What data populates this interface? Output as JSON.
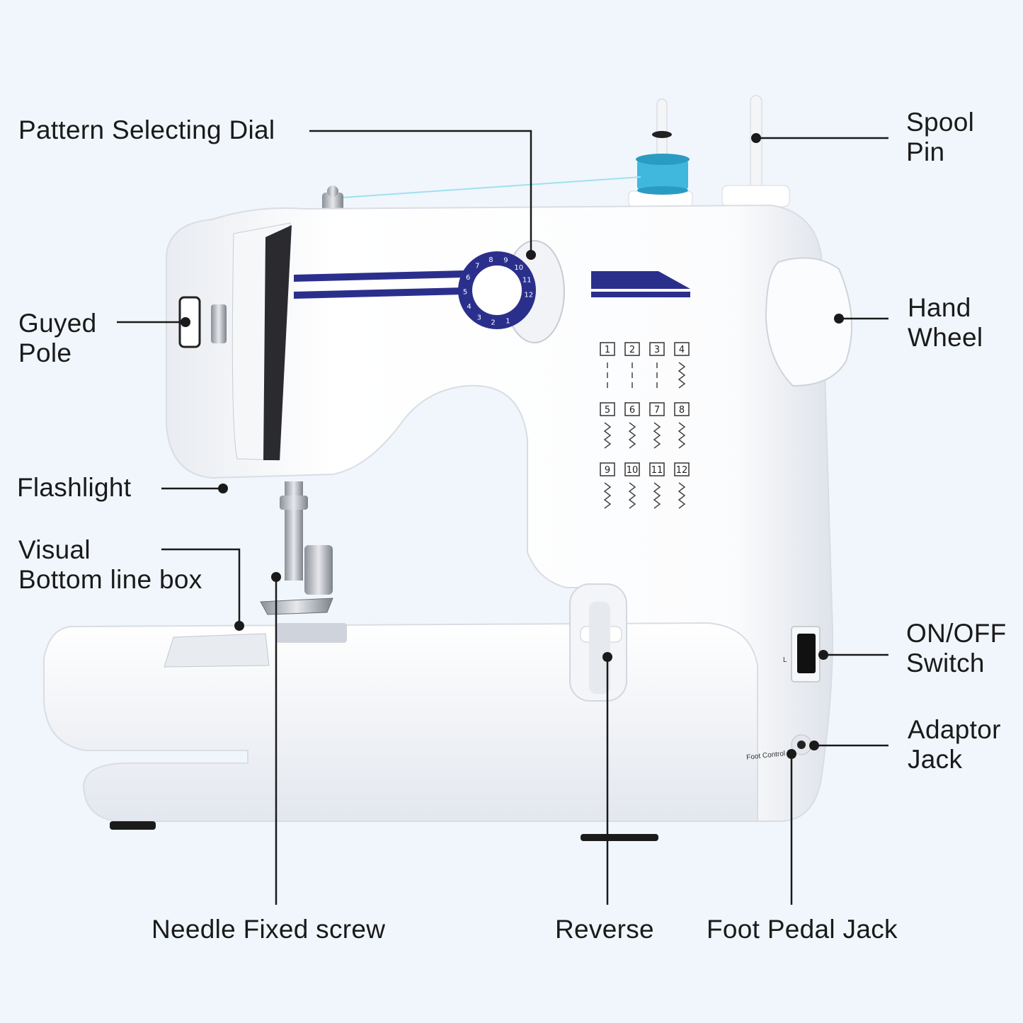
{
  "labels": {
    "pattern_dial": "Pattern Selecting Dial",
    "spool_pin": [
      "Spool",
      "Pin"
    ],
    "guyed_pole": [
      "Guyed",
      "Pole"
    ],
    "hand_wheel": [
      "Hand",
      "Wheel"
    ],
    "flashlight": "Flashlight",
    "bottom_line_box": [
      "Visual",
      "Bottom line box"
    ],
    "on_off_switch": [
      "ON/OFF",
      "Switch"
    ],
    "adaptor_jack": [
      "Adaptor",
      "Jack"
    ],
    "needle_screw": "Needle Fixed screw",
    "reverse": "Reverse",
    "foot_pedal_jack": "Foot Pedal Jack"
  },
  "machine_printing": {
    "dial_numbers": [
      "1",
      "2",
      "3",
      "4",
      "5",
      "6",
      "7",
      "8",
      "9",
      "10",
      "11",
      "12"
    ],
    "stitch_numbers": [
      "1",
      "2",
      "3",
      "4",
      "5",
      "6",
      "7",
      "8",
      "9",
      "10",
      "11",
      "12"
    ],
    "foot_control": "Foot Control",
    "switch_l": "L"
  },
  "colors": {
    "background": "#f0f6fb",
    "machine_body": "#ffffff",
    "accent_navy": "#2b2f8c",
    "thread_blue": "#3fb7de",
    "leader_line": "#1a1a1a"
  }
}
